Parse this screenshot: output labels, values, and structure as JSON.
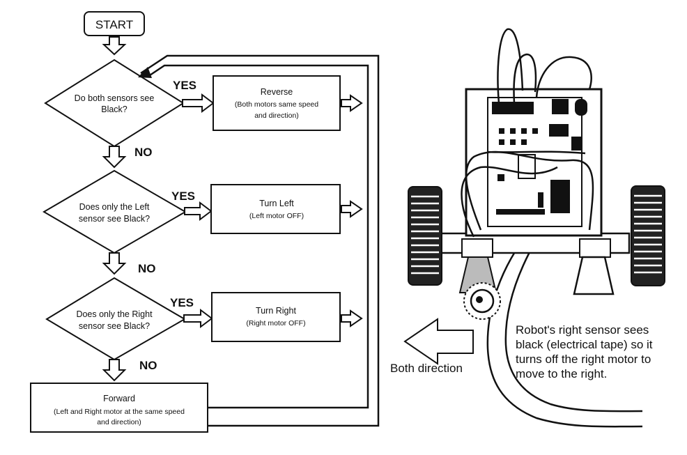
{
  "flowchart": {
    "start": "START",
    "decision1": {
      "line1": "Do both sensors see",
      "line2": "Black?"
    },
    "decision2": {
      "line1": "Does only the Left",
      "line2": "sensor see Black?"
    },
    "decision3": {
      "line1": "Does only  the Right",
      "line2": "sensor see Black?"
    },
    "yes1": "YES",
    "yes2": "YES",
    "yes3": "YES",
    "no1": "NO",
    "no2": "NO",
    "no3": "NO",
    "action1": {
      "title": "Reverse",
      "line1": "(Both motors same speed",
      "line2": "and direction)"
    },
    "action2": {
      "title": "Turn Left",
      "line1": "(Left motor OFF)"
    },
    "action3": {
      "title": "Turn Right",
      "line1": "(Right motor  OFF)"
    },
    "forward": {
      "title": "Forward",
      "line1": "(Left and Right motor at the same speed",
      "line2": "and direction)"
    }
  },
  "robot": {
    "direction_label": "Both direction",
    "note": {
      "line1": "Robot's right sensor sees",
      "line2": "black (electrical tape) so it",
      "line3": "turns off the right motor to",
      "line4": "move to the right."
    }
  }
}
